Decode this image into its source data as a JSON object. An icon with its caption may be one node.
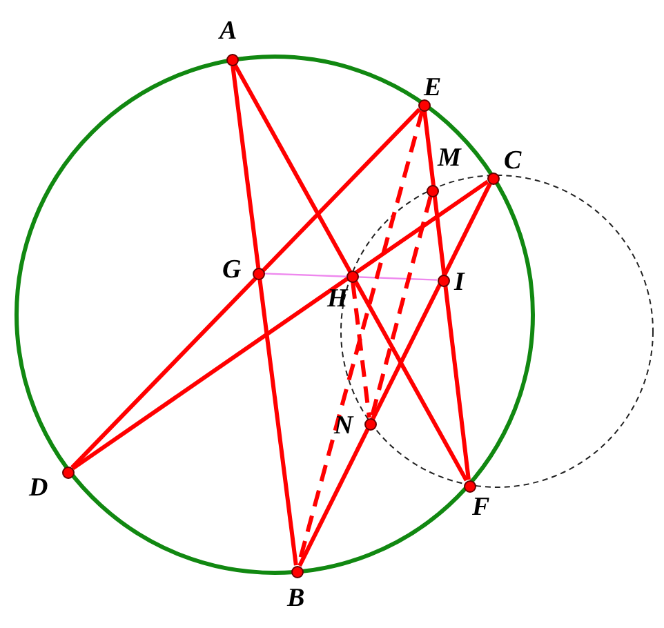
{
  "diagram": {
    "nodes": [
      {
        "text": [
          "A"
        ]
      },
      {
        "text": [
          "E"
        ]
      },
      {
        "text": [
          "C"
        ]
      },
      {
        "text": [
          "M"
        ]
      },
      {
        "text": [
          "G"
        ]
      },
      {
        "text": [
          "H"
        ]
      },
      {
        "text": [
          "I"
        ]
      },
      {
        "text": [
          "N"
        ]
      },
      {
        "text": [
          "D"
        ]
      },
      {
        "text": [
          "F"
        ]
      },
      {
        "text": [
          "B"
        ]
      }
    ],
    "edges": [
      {
        "from": 0,
        "to": 10,
        "arrow": "none"
      },
      {
        "from": 0,
        "to": 9,
        "arrow": "none"
      },
      {
        "from": 1,
        "to": 8,
        "arrow": "none"
      },
      {
        "from": 1,
        "to": 9,
        "arrow": "none"
      },
      {
        "from": 2,
        "to": 8,
        "arrow": "none"
      },
      {
        "from": 2,
        "to": 10,
        "arrow": "none"
      },
      {
        "from": 4,
        "to": 6,
        "arrow": "none",
        "color": "#ee88ee"
      },
      {
        "from": 1,
        "to": 10,
        "arrow": "none",
        "style": "dashed"
      },
      {
        "from": 3,
        "to": 7,
        "arrow": "none",
        "style": "dashed"
      },
      {
        "from": 5,
        "to": 7,
        "arrow": "none",
        "style": "dashed"
      }
    ]
  }
}
